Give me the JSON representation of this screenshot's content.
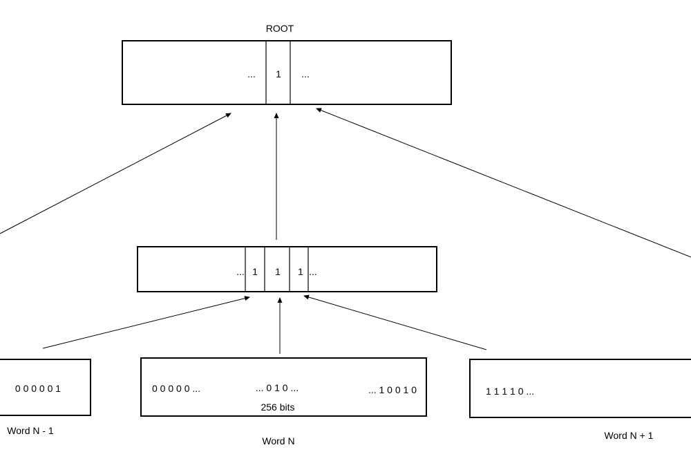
{
  "root": {
    "title": "ROOT",
    "left_ellipsis": "...",
    "cell_value": "1",
    "right_ellipsis": "..."
  },
  "middle": {
    "left_ellipsis": "...",
    "cells": [
      "1",
      "1",
      "1"
    ],
    "right_ellipsis": "..."
  },
  "words": {
    "prev": {
      "bits": "0 0 0 0 0 1",
      "label": "Word N - 1"
    },
    "current": {
      "bits_start": "0 0 0 0 0 ...",
      "bits_middle": "... 0 1 0 ...",
      "bits_end": "... 1 0 0 1 0",
      "size_label": "256 bits",
      "label": "Word N"
    },
    "next": {
      "bits": "1 1 1 1 0 ...",
      "label": "Word N + 1"
    }
  }
}
